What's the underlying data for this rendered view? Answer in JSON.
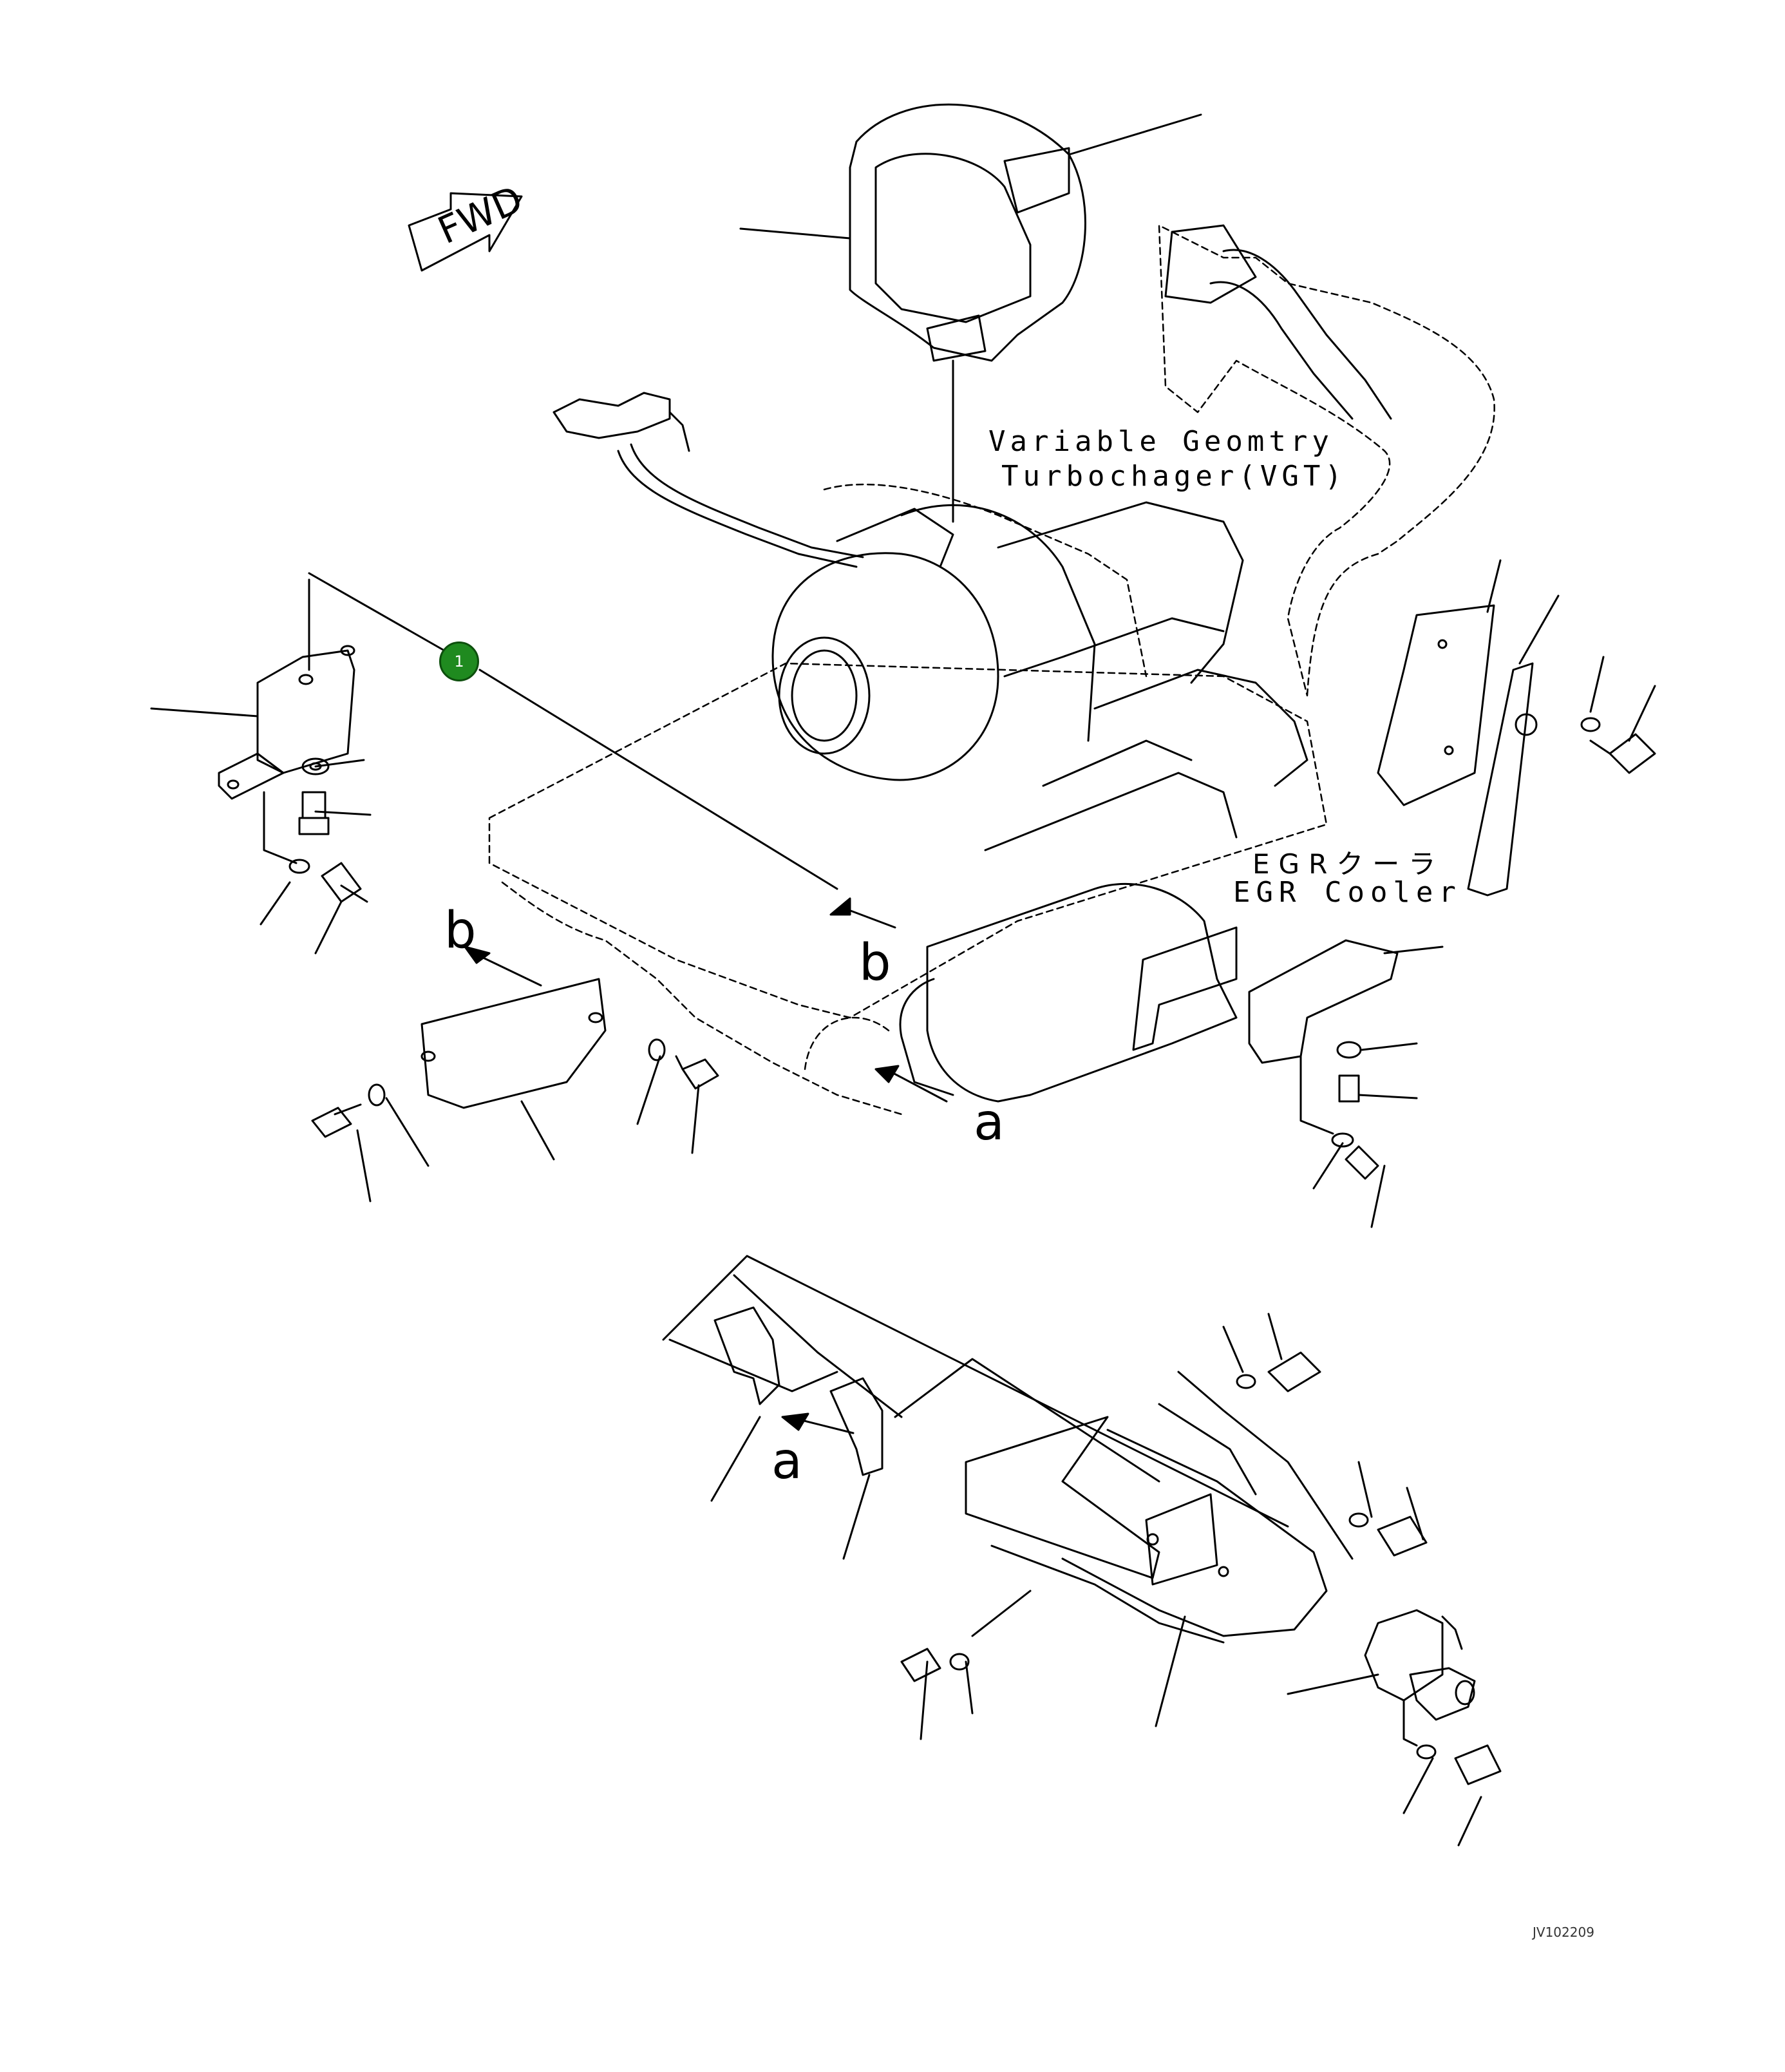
{
  "labels": {
    "vgt_line1": "Variable Geomtry",
    "vgt_line2": "Turbochager(VGT)",
    "egr_line1": "EGRクーラ",
    "egr_line2": "EGR Cooler",
    "fwd": "FWD",
    "drawing_code": "JV102209"
  },
  "refs": {
    "b_top": "b",
    "b_mid": "b",
    "a_mid": "a",
    "a_bottom": "a"
  },
  "badge": {
    "number": "1",
    "color": "#1f8a1f"
  }
}
